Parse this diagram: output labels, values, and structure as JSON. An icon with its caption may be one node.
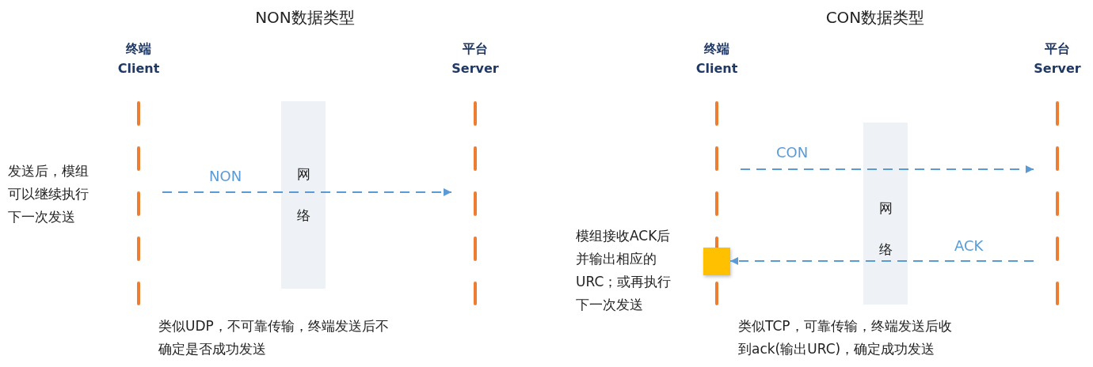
{
  "diagram": {
    "nodes": [
      {
        "text": [
          "终端",
          "Client"
        ]
      },
      {
        "text": [
          "平台",
          "Server"
        ]
      },
      {
        "text": [
          "终端",
          "Client"
        ]
      },
      {
        "text": [
          "平台",
          "Server"
        ]
      },
      {
        "text": [],
        "shape": "box",
        "in": 2
      }
    ],
    "edges": [
      {
        "from": 0,
        "to": 1,
        "arrow": "to",
        "label": "NON",
        "style": "dashed"
      },
      {
        "from": 2,
        "to": 3,
        "arrow": "to",
        "label": "CON",
        "style": "dashed"
      },
      {
        "from": 3,
        "to": 4,
        "arrow": "to",
        "label": "ACK",
        "style": "dashed"
      }
    ],
    "labels": [
      "NON数据类型",
      "CON数据类型",
      "网络",
      "网络",
      "发送后，模组可以继续执行下一次发送",
      "模组接收ACK后并输出相应的URC；或再执行下一次发送",
      "类似UDP，不可靠传输，终端发送后不确定是否成功发送",
      "类似TCP，可靠传输，终端发送后收到ack(输出URC)，确定成功发送"
    ]
  }
}
